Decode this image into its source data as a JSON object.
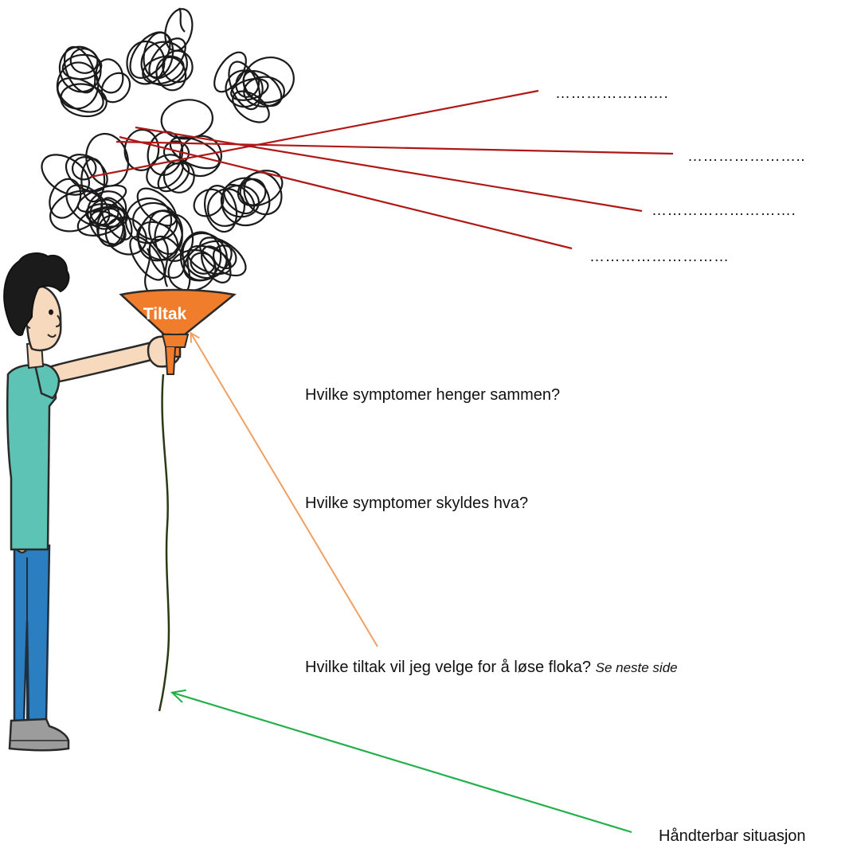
{
  "funnel": {
    "label": "Tiltak"
  },
  "blanks": [
    "………………….",
    "…………………..",
    "……………………….",
    "………………………"
  ],
  "questions": {
    "q1": "Hvilke symptomer henger sammen?",
    "q2": "Hvilke symptomer skyldes hva?",
    "q3": "Hvilke tiltak vil jeg velge for å løse floka?",
    "q3_note": "Se neste side"
  },
  "result": "Håndterbar situasjon",
  "colors": {
    "red_lines": "#b01818",
    "orange_arrow": "#f0a060",
    "green_arrow": "#22b04a",
    "funnel": "#f07d2c",
    "shirt": "#5cc3b5",
    "pants": "#2b7fc1",
    "hair": "#1b1b1b",
    "skin": "#f7d9bd"
  }
}
